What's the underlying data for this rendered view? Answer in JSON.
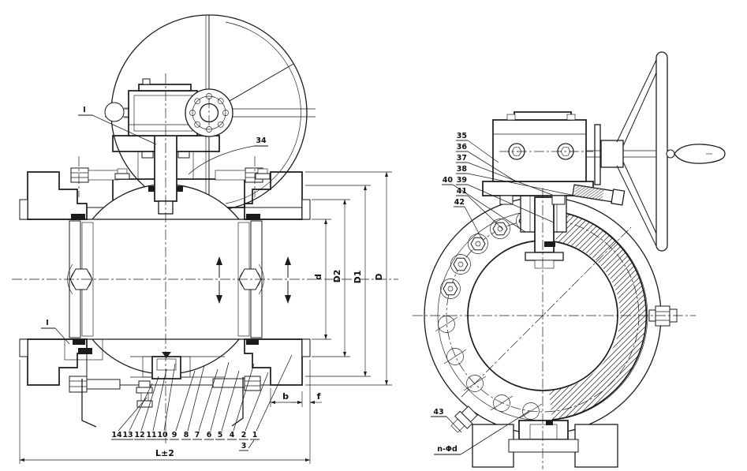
{
  "drawing": {
    "type": "technical-sectional-drawing",
    "subject": "trunnion ball valve with gear operator and handwheel",
    "colors": {
      "ink": "#1b1b1b",
      "paper": "#ffffff"
    },
    "left_view": {
      "detail_callout_top": "I",
      "detail_callout_bottom": "I",
      "stem_callout": "34",
      "dim_bore": "d",
      "dim_D2": "D2",
      "dim_D1": "D1",
      "dim_D": "D",
      "dim_length": "L±2",
      "dim_b": "b",
      "dim_f": "f",
      "part_labels": [
        "14",
        "13",
        "12",
        "11",
        "10",
        "9",
        "8",
        "7",
        "6",
        "5",
        "4",
        "2",
        "1"
      ],
      "part_label_3": "3"
    },
    "right_view": {
      "callouts": {
        "c35": "35",
        "c36": "36",
        "c37": "37",
        "c38": "38",
        "c39": "39",
        "c40": "40",
        "c41": "41",
        "c42": "42",
        "c43": "43"
      },
      "bolt_hole_note": "n-Φd"
    }
  }
}
